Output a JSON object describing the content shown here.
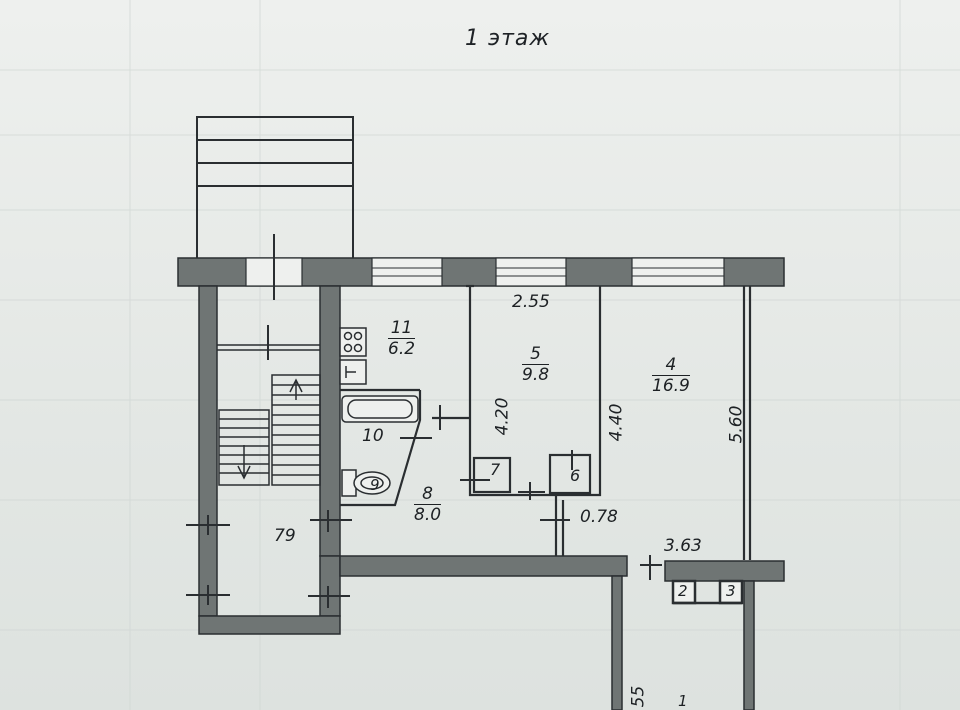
{
  "plan": {
    "title": "1 этаж",
    "rooms": [
      {
        "id": "11",
        "area": "6.2"
      },
      {
        "id": "5",
        "area": "9.8"
      },
      {
        "id": "4",
        "area": "16.9"
      },
      {
        "id": "8",
        "area": "8.0"
      }
    ],
    "room_labels": {
      "bath": "10",
      "wc": "9",
      "closet_a": "7",
      "closet_b": "6",
      "stair": "79",
      "niche_2": "2",
      "niche_3": "3",
      "room_1": "1"
    },
    "dimensions": {
      "d_255": "2.55",
      "d_420": "4.20",
      "d_440": "4.40",
      "d_560": "5.60",
      "d_078": "0.78",
      "d_363": "3.63",
      "d_55": "55"
    }
  },
  "colors": {
    "wall": "#6f7574",
    "line": "#2a2e31",
    "paper": "#eef0ee"
  }
}
